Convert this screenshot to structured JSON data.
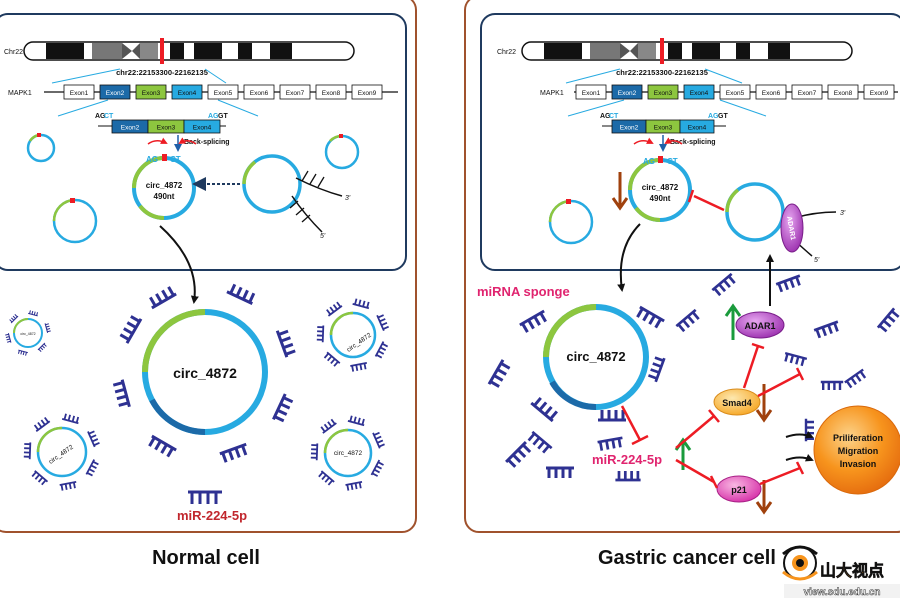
{
  "left_panel": {
    "caption": "Normal cell",
    "chromosome_label": "Chr22",
    "locus_label": "chr22:22153300-22162135",
    "gene_label": "MAPK1",
    "exons": [
      "Exon1",
      "Exon2",
      "Exon3",
      "Exon4",
      "Exon5",
      "Exon6",
      "Exon7",
      "Exon8",
      "Exon9"
    ],
    "ss_left_ag": "AG",
    "ss_left_ct": "CT",
    "ss_right_ag": "AG",
    "ss_right_gt": "GT",
    "backsplice_label": "Back-splicing",
    "junction_ag": "AG",
    "junction_ct": "CT",
    "circ_name": "circ_4872",
    "circ_length": "490nt",
    "end3": "3'",
    "end5": "5'",
    "big_circ_label": "circ_4872",
    "small_circ_labels": [
      "circ_4872",
      "circ_4872",
      "circ_4872",
      "circ_4872"
    ],
    "mirna_label": "miR-224-5p"
  },
  "right_panel": {
    "caption": "Gastric cancer cell",
    "chromosome_label": "Chr22",
    "locus_label": "chr22:22153300-22162135",
    "gene_label": "MAPK1",
    "exons": [
      "Exon1",
      "Exon2",
      "Exon3",
      "Exon4",
      "Exon5",
      "Exon6",
      "Exon7",
      "Exon8",
      "Exon9"
    ],
    "ss_left_ag": "AG",
    "ss_left_ct": "CT",
    "ss_right_ag": "AG",
    "ss_right_gt": "GT",
    "backsplice_label": "Back-splicing",
    "junction_ag": "AG",
    "junction_ct": "CT",
    "circ_name": "circ_4872",
    "circ_length": "490nt",
    "end3": "3'",
    "end5": "5'",
    "adar_label": "ADAR1",
    "sponge_label": "miRNA sponge",
    "big_circ_label": "circ_4872",
    "mirna_label": "miR-224-5p",
    "adar1_node": "ADAR1",
    "smad4_node": "Smad4",
    "p21_node": "p21",
    "outcome_lines": [
      "Priliferation",
      "Migration",
      "Invasion"
    ]
  },
  "watermark": {
    "text_cn": "山大视点",
    "url": "view.sdu.edu.cn"
  },
  "colors": {
    "exon2": "#1c6aa8",
    "exon3": "#8dc63f",
    "exon4": "#27aae1",
    "mirna": "#2e3192",
    "inhibit": "#ed1c24",
    "up_arrow": "#1a9b3c",
    "down_arrow": "#a0410d",
    "panel_border": "#a0522d",
    "inner_box": "#1f3a5f"
  }
}
